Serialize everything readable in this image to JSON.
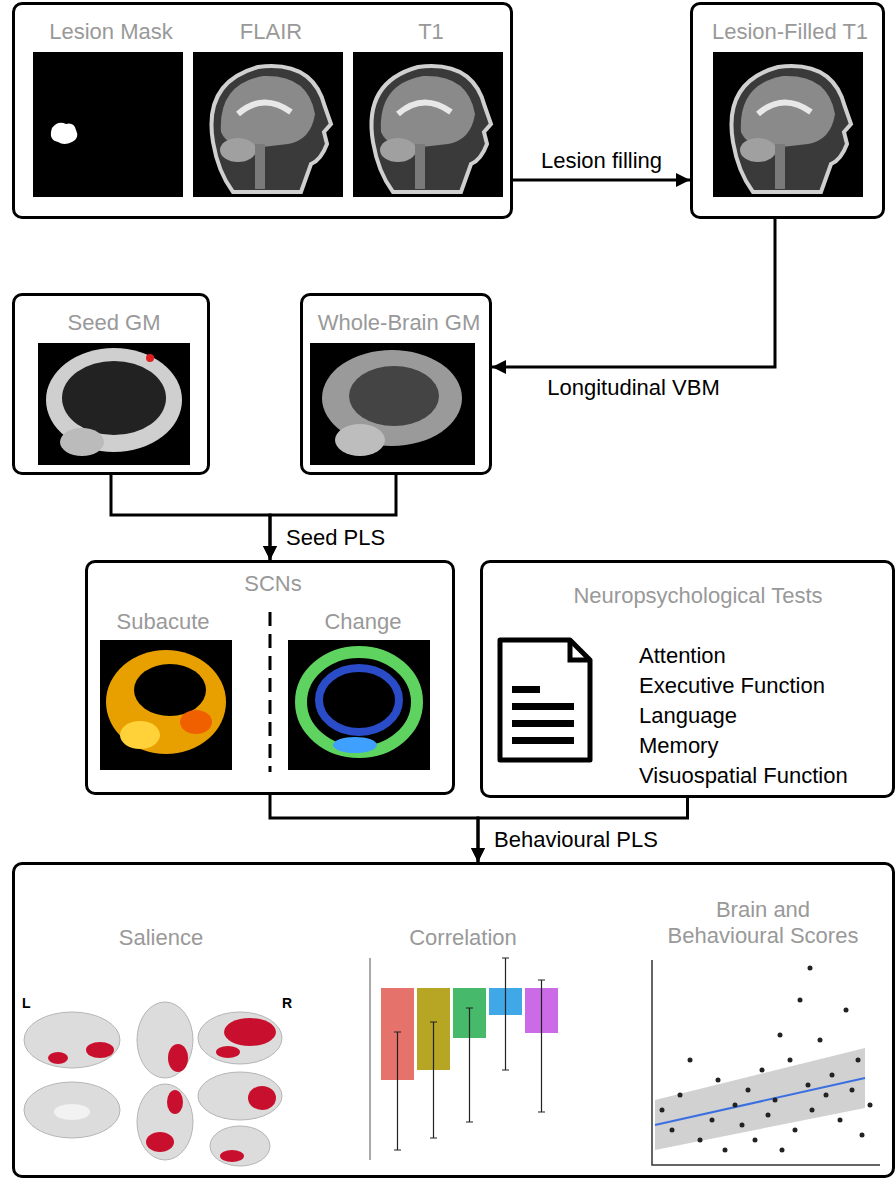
{
  "diagram": {
    "nodes": [
      {
        "text": [
          "Lesion Mask",
          "FLAIR",
          "T1"
        ]
      },
      {
        "text": [
          "Lesion-Filled T1"
        ]
      },
      {
        "text": [
          "Seed GM"
        ]
      },
      {
        "text": [
          "Whole-Brain GM"
        ]
      },
      {
        "text": [
          "SCNs",
          "Subacute",
          "Change"
        ]
      },
      {
        "text": [
          "Neuropsychological Tests",
          "Attention",
          "Executive Function",
          "Language",
          "Memory",
          "Visuospatial Function"
        ]
      },
      {
        "text": [
          "Salience",
          "Correlation",
          "Brain and Behavioural Scores"
        ]
      }
    ],
    "edges": [
      {
        "from": 0,
        "to": 1,
        "label": "Lesion filling",
        "arrow": "to"
      },
      {
        "from": 1,
        "to": 3,
        "label": "Longitudinal VBM",
        "arrow": "to"
      },
      {
        "from": 2,
        "to": 4,
        "label": "Seed PLS",
        "arrow": "to"
      },
      {
        "from": 3,
        "to": 4,
        "arrow": "to"
      },
      {
        "from": 4,
        "to": 6,
        "label": "Behavioural PLS",
        "arrow": "to"
      },
      {
        "from": 5,
        "to": 6,
        "arrow": "to"
      }
    ],
    "labels": [
      "L",
      "R"
    ]
  }
}
